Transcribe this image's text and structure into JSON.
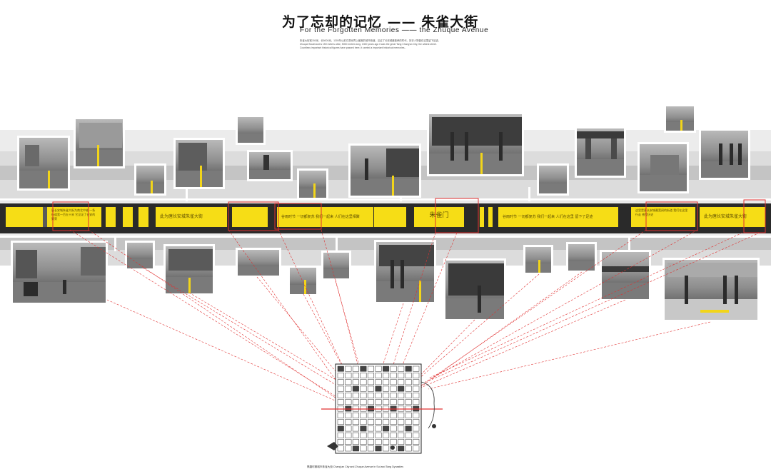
{
  "header": {
    "title_cn": "为了忘却的记忆 —— 朱雀大街",
    "title_en": "For the Forgotten Memories —— the Zhuque Avenue",
    "intro_lines": [
      "朱雀大街宽150米，长5000米。1300年以前它是世界上最宽的城市街道，见证了长安城最繁荣的时代，历史人物曾在这里留下足迹。",
      "Zhuque Boulevard is 150 meters wide, 5000 meters long. 1300 years ago it was the great Tang Chang'an City, the widest street.",
      "Countless important historical figures have passed here, it carried a important historical memories..."
    ]
  },
  "street": {
    "segments": [
      "唐长安城朱雀大街为南北中轴 一条街道宽一百五十米 它见证了长安的繁荣",
      "此为唐长安城朱雀大街",
      "谷雨时节 一切都复苏 我们一起来 人们在这里相聚",
      "谷雨时节 一切都复苏 我们一起来 人们在这里 留下了足迹",
      "朱雀门",
      "这里是唐长安城最宽阔的街道 我们在这里 行走 感受历史",
      "此为唐长安城朱雀大街"
    ]
  },
  "map": {
    "caption": "隋唐时期城市朱雀大街 Chang'an City and Zhuque Avenue in Sui and Tang Dynasties"
  },
  "colors": {
    "accent_yellow": "#f6dd16",
    "connector_red": "#e03030",
    "photo_gray": "#8f8f8f"
  }
}
